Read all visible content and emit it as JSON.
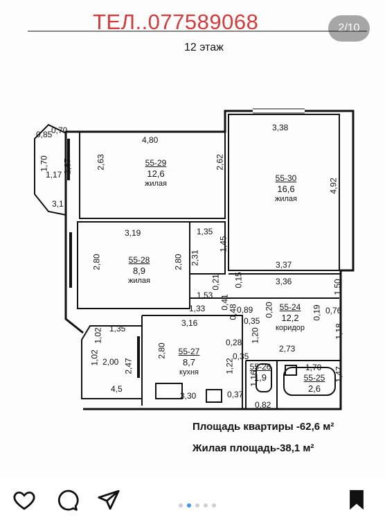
{
  "post": {
    "phone_text": "ТЕЛ..077589068",
    "counter": "2/10",
    "floor_label": "12 этаж",
    "summary": {
      "total": "Площадь квартиры -62,6 м²",
      "living": "Жилая площадь-38,1 м²"
    },
    "rooms": [
      {
        "code": "55-29",
        "area": "12,6",
        "name": "жилая"
      },
      {
        "code": "55-30",
        "area": "16,6",
        "name": "жилая"
      },
      {
        "code": "55-28",
        "area": "8,9",
        "name": "жилая"
      },
      {
        "code": "55-24",
        "area": "12,2",
        "name": "коридор"
      },
      {
        "code": "55-27",
        "area": "8,7",
        "name": "кухня"
      },
      {
        "code": "55-26",
        "area": "1,9",
        "name": ""
      },
      {
        "code": "55-25",
        "area": "2,6",
        "name": ""
      }
    ],
    "dims": [
      "0,85",
      "0,70",
      "1,70",
      "1,17",
      "2,87",
      "3,1",
      "4,80",
      "2,63",
      "2,62",
      "3,38",
      "4,92",
      "3,19",
      "1,35",
      "1,45",
      "2,31",
      "2,80",
      "2,80",
      "3,37",
      "0,21",
      "0,15",
      "3,36",
      "1,50",
      "1,53",
      "1,33",
      "0,41",
      "0,48",
      "0,89",
      "0,20",
      "0,19",
      "0,76",
      "0,35",
      "1,02",
      "1,35",
      "1,02",
      "2,00",
      "2,47",
      "4,5",
      "3,16",
      "2,80",
      "0,28",
      "1,20",
      "1,18",
      "2,73",
      "0,35",
      "1,22",
      "1,16",
      "1,70",
      "1,47",
      "3,30",
      "0,37",
      "0,82"
    ]
  },
  "actions": {
    "like": "heart-icon",
    "comment": "comment-icon",
    "share": "send-icon",
    "save": "bookmark-icon"
  },
  "carousel": {
    "count": 5,
    "active": 1,
    "active_color": "#3897f0"
  }
}
